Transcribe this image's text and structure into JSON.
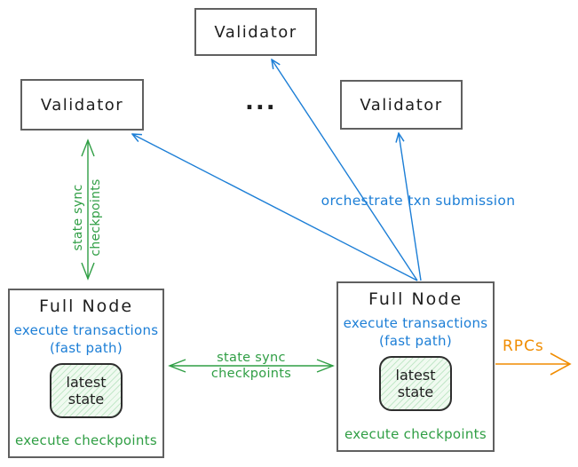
{
  "colors": {
    "blue": "#1c7ed6",
    "green": "#2f9e44",
    "orange": "#f08c00",
    "ink": "#1e1e1e",
    "boxborder": "#606060",
    "statefill": "#f0faf0",
    "statehatch": "#c3e8c9"
  },
  "validators": {
    "top": "Validator",
    "left": "Validator",
    "right": "Validator"
  },
  "ellipsis": "...",
  "edges": {
    "orchestrate_label": "orchestrate txn submission",
    "rpcs_label": "RPCs",
    "state_sync_vertical": {
      "line1": "state sync",
      "line2": "checkpoints"
    },
    "state_sync_horizontal": {
      "line1": "state sync",
      "line2": "checkpoints"
    }
  },
  "full_node_left": {
    "title": "Full Node",
    "execute_transactions": "execute transactions",
    "fast_path": "(fast path)",
    "latest_state": {
      "line1": "latest",
      "line2": "state"
    },
    "execute_checkpoints": "execute checkpoints"
  },
  "full_node_right": {
    "title": "Full Node",
    "execute_transactions": "execute transactions",
    "fast_path": "(fast path)",
    "latest_state": {
      "line1": "latest",
      "line2": "state"
    },
    "execute_checkpoints": "execute checkpoints"
  }
}
